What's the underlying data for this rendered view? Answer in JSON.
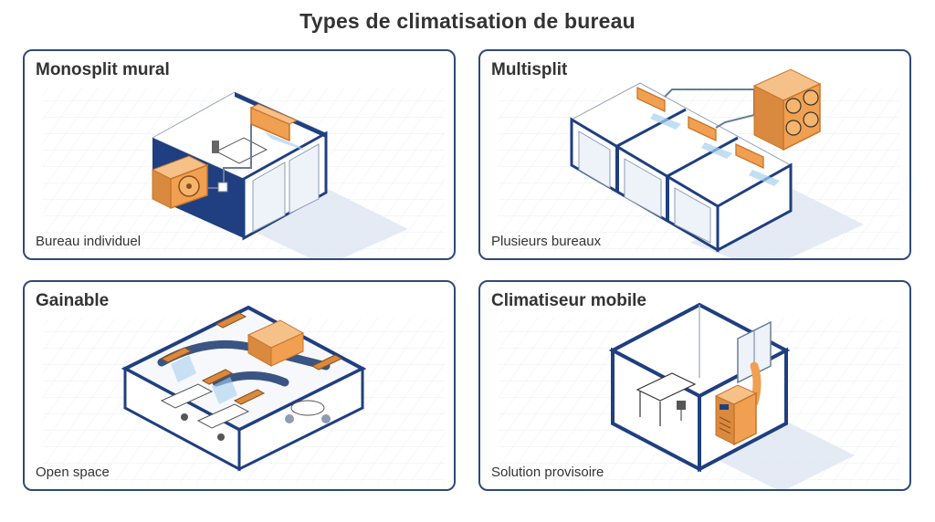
{
  "title": "Types de climatisation de bureau",
  "cards": [
    {
      "title": "Monosplit mural",
      "caption": "Bureau individuel"
    },
    {
      "title": "Multisplit",
      "caption": "Plusieurs bureaux"
    },
    {
      "title": "Gainable",
      "caption": "Open space"
    },
    {
      "title": "Climatiseur mobile",
      "caption": "Solution provisoire"
    }
  ],
  "colors": {
    "wall_blue": "#1f3f80",
    "unit_orange": "#f0a050",
    "unit_orange_dark": "#c9742a",
    "cool_air": "#a8d0f0",
    "grid": "#e6e9ef",
    "frame": "#2f4a78"
  }
}
